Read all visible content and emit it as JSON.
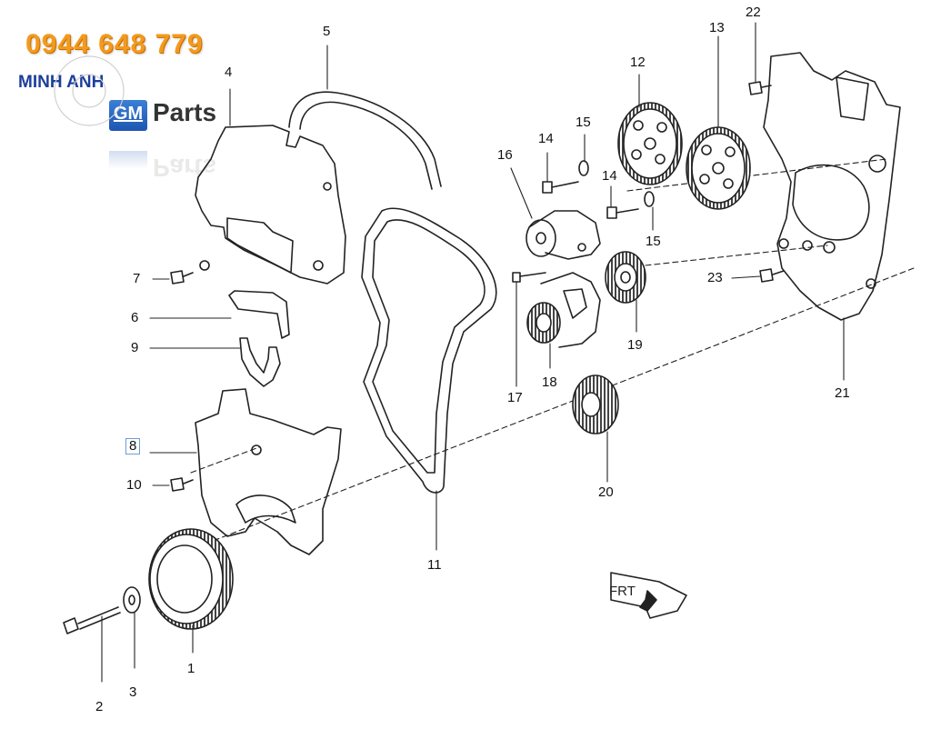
{
  "watermark": {
    "phone": "0944 648 779",
    "brand": "MINH ANH",
    "gm_badge": "GM",
    "parts_label": "Parts"
  },
  "callouts": [
    "1",
    "2",
    "3",
    "4",
    "5",
    "6",
    "7",
    "8",
    "9",
    "10",
    "11",
    "12",
    "13",
    "14",
    "14",
    "15",
    "15",
    "16",
    "17",
    "18",
    "19",
    "20",
    "21",
    "22",
    "23"
  ],
  "front_marker": "FRT",
  "colors": {
    "line": "#222222",
    "phone": "#f39a1e",
    "brand": "#1d3f9a",
    "selection": "#6a9fd8"
  }
}
